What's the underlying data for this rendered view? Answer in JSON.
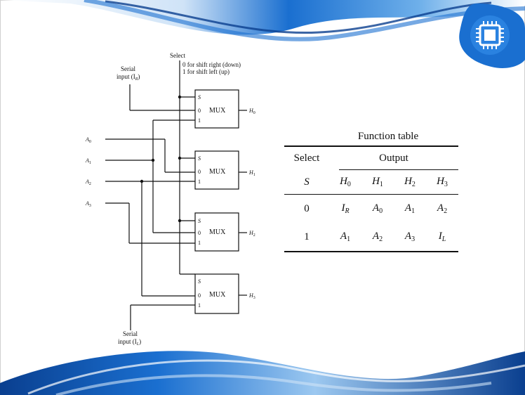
{
  "circuit": {
    "select_label": "Select",
    "select_note_0": "0 for shift right (down)",
    "select_note_1": "1 for shift left (up)",
    "serial_input_top": "Serial",
    "serial_input_top_sub": "input (I",
    "serial_input_top_idx": "R",
    "serial_input_bottom": "Serial",
    "serial_input_bottom_sub": "input (I",
    "serial_input_bottom_idx": "L",
    "mux_label": "MUX",
    "pin_s": "S",
    "pin_0": "0",
    "pin_1": "1",
    "inputs": [
      {
        "base": "A",
        "idx": "0"
      },
      {
        "base": "A",
        "idx": "1"
      },
      {
        "base": "A",
        "idx": "2"
      },
      {
        "base": "A",
        "idx": "3"
      }
    ],
    "outputs": [
      {
        "base": "H",
        "idx": "0"
      },
      {
        "base": "H",
        "idx": "1"
      },
      {
        "base": "H",
        "idx": "2"
      },
      {
        "base": "H",
        "idx": "3"
      }
    ]
  },
  "function_table": {
    "title": "Function table",
    "select_header": "Select",
    "output_header": "Output",
    "columns": [
      {
        "base": "S",
        "idx": ""
      },
      {
        "base": "H",
        "idx": "0"
      },
      {
        "base": "H",
        "idx": "1"
      },
      {
        "base": "H",
        "idx": "2"
      },
      {
        "base": "H",
        "idx": "3"
      }
    ],
    "rows": [
      {
        "select": "0",
        "cells": [
          {
            "base": "I",
            "idx": "R"
          },
          {
            "base": "A",
            "idx": "0"
          },
          {
            "base": "A",
            "idx": "1"
          },
          {
            "base": "A",
            "idx": "2"
          }
        ]
      },
      {
        "select": "1",
        "cells": [
          {
            "base": "A",
            "idx": "1"
          },
          {
            "base": "A",
            "idx": "2"
          },
          {
            "base": "A",
            "idx": "3"
          },
          {
            "base": "I",
            "idx": "L"
          }
        ]
      }
    ]
  },
  "decor": {
    "accent": "#1a6fd0",
    "accent_dark": "#0a3f8f",
    "accent_light": "#9cc8f0",
    "badge_icon": "chip-icon"
  }
}
